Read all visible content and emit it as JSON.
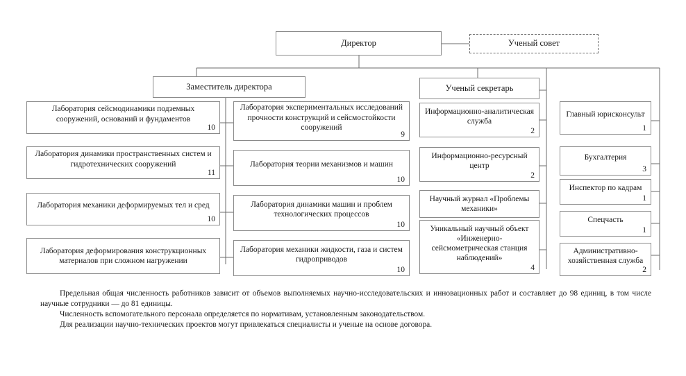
{
  "diagram": {
    "title_node": {
      "label": "Директор"
    },
    "council_node": {
      "label": "Ученый совет"
    },
    "deputy_node": {
      "label": "Заместитель директора"
    },
    "secretary_node": {
      "label": "Ученый секретарь"
    },
    "columns": [
      {
        "name": "column-1-laboratories",
        "items": [
          {
            "label": "Лаборатория сейсмодинамики подземных сооружений, оснований и фундаментов",
            "count": "10"
          },
          {
            "label": "Лаборатория динамики пространственных систем и гидротехнических сооружений",
            "count": "11"
          },
          {
            "label": "Лаборатория механики деформируемых тел и сред",
            "count": "10"
          },
          {
            "label": "Лаборатория деформирования конструкционных материалов при сложном нагружении",
            "count": ""
          }
        ]
      },
      {
        "name": "column-2-laboratories",
        "items": [
          {
            "label": "Лаборатория экспериментальных исследований прочности конструкций и сейсмостойкости сооружений",
            "count": "9"
          },
          {
            "label": "Лаборатория теории механизмов и машин",
            "count": "10"
          },
          {
            "label": "Лаборатория динамики машин и проблем технологических процессов",
            "count": "10"
          },
          {
            "label": "Лаборатория механики жидкости, газа и систем гидроприводов",
            "count": "10"
          }
        ]
      },
      {
        "name": "column-3-services",
        "items": [
          {
            "label": "Информационно-аналитическая служба",
            "count": "2"
          },
          {
            "label": "Информационно-ресурсный центр",
            "count": "2"
          },
          {
            "label": "Научный журнал «Проблемы механики»",
            "count": ""
          },
          {
            "label": "Уникальный научный объект «Инженерно-сейсмометрическая станция наблюдений»",
            "count": "4"
          }
        ]
      },
      {
        "name": "column-4-administration",
        "items": [
          {
            "label": "Главный юрисконсульт",
            "count": "1"
          },
          {
            "label": "Бухгалтерия",
            "count": "3"
          },
          {
            "label": "Инспектор по кадрам",
            "count": "1"
          },
          {
            "label": "Спецчасть",
            "count": "1"
          },
          {
            "label": "Административно-хозяйственная служба",
            "count": "2"
          }
        ]
      }
    ]
  },
  "notes": {
    "paragraph_1": "Предельная общая численность работников зависит от объемов выполняемых научно-исследовательских и инновационных работ и составляет до 98 единиц, в том числе научные сотрудники — до 81 единицы.",
    "paragraph_2": "Численность вспомогательного персонала определяется по нормативам, установленным законодательством.",
    "paragraph_3": "Для реализации научно-технических проектов могут привлекаться специалисты и ученые на основе договора."
  },
  "colors": {
    "box_border": "#8a8a8a",
    "line": "#6b6b6b",
    "text": "#1a1a1a",
    "background": "#ffffff"
  }
}
